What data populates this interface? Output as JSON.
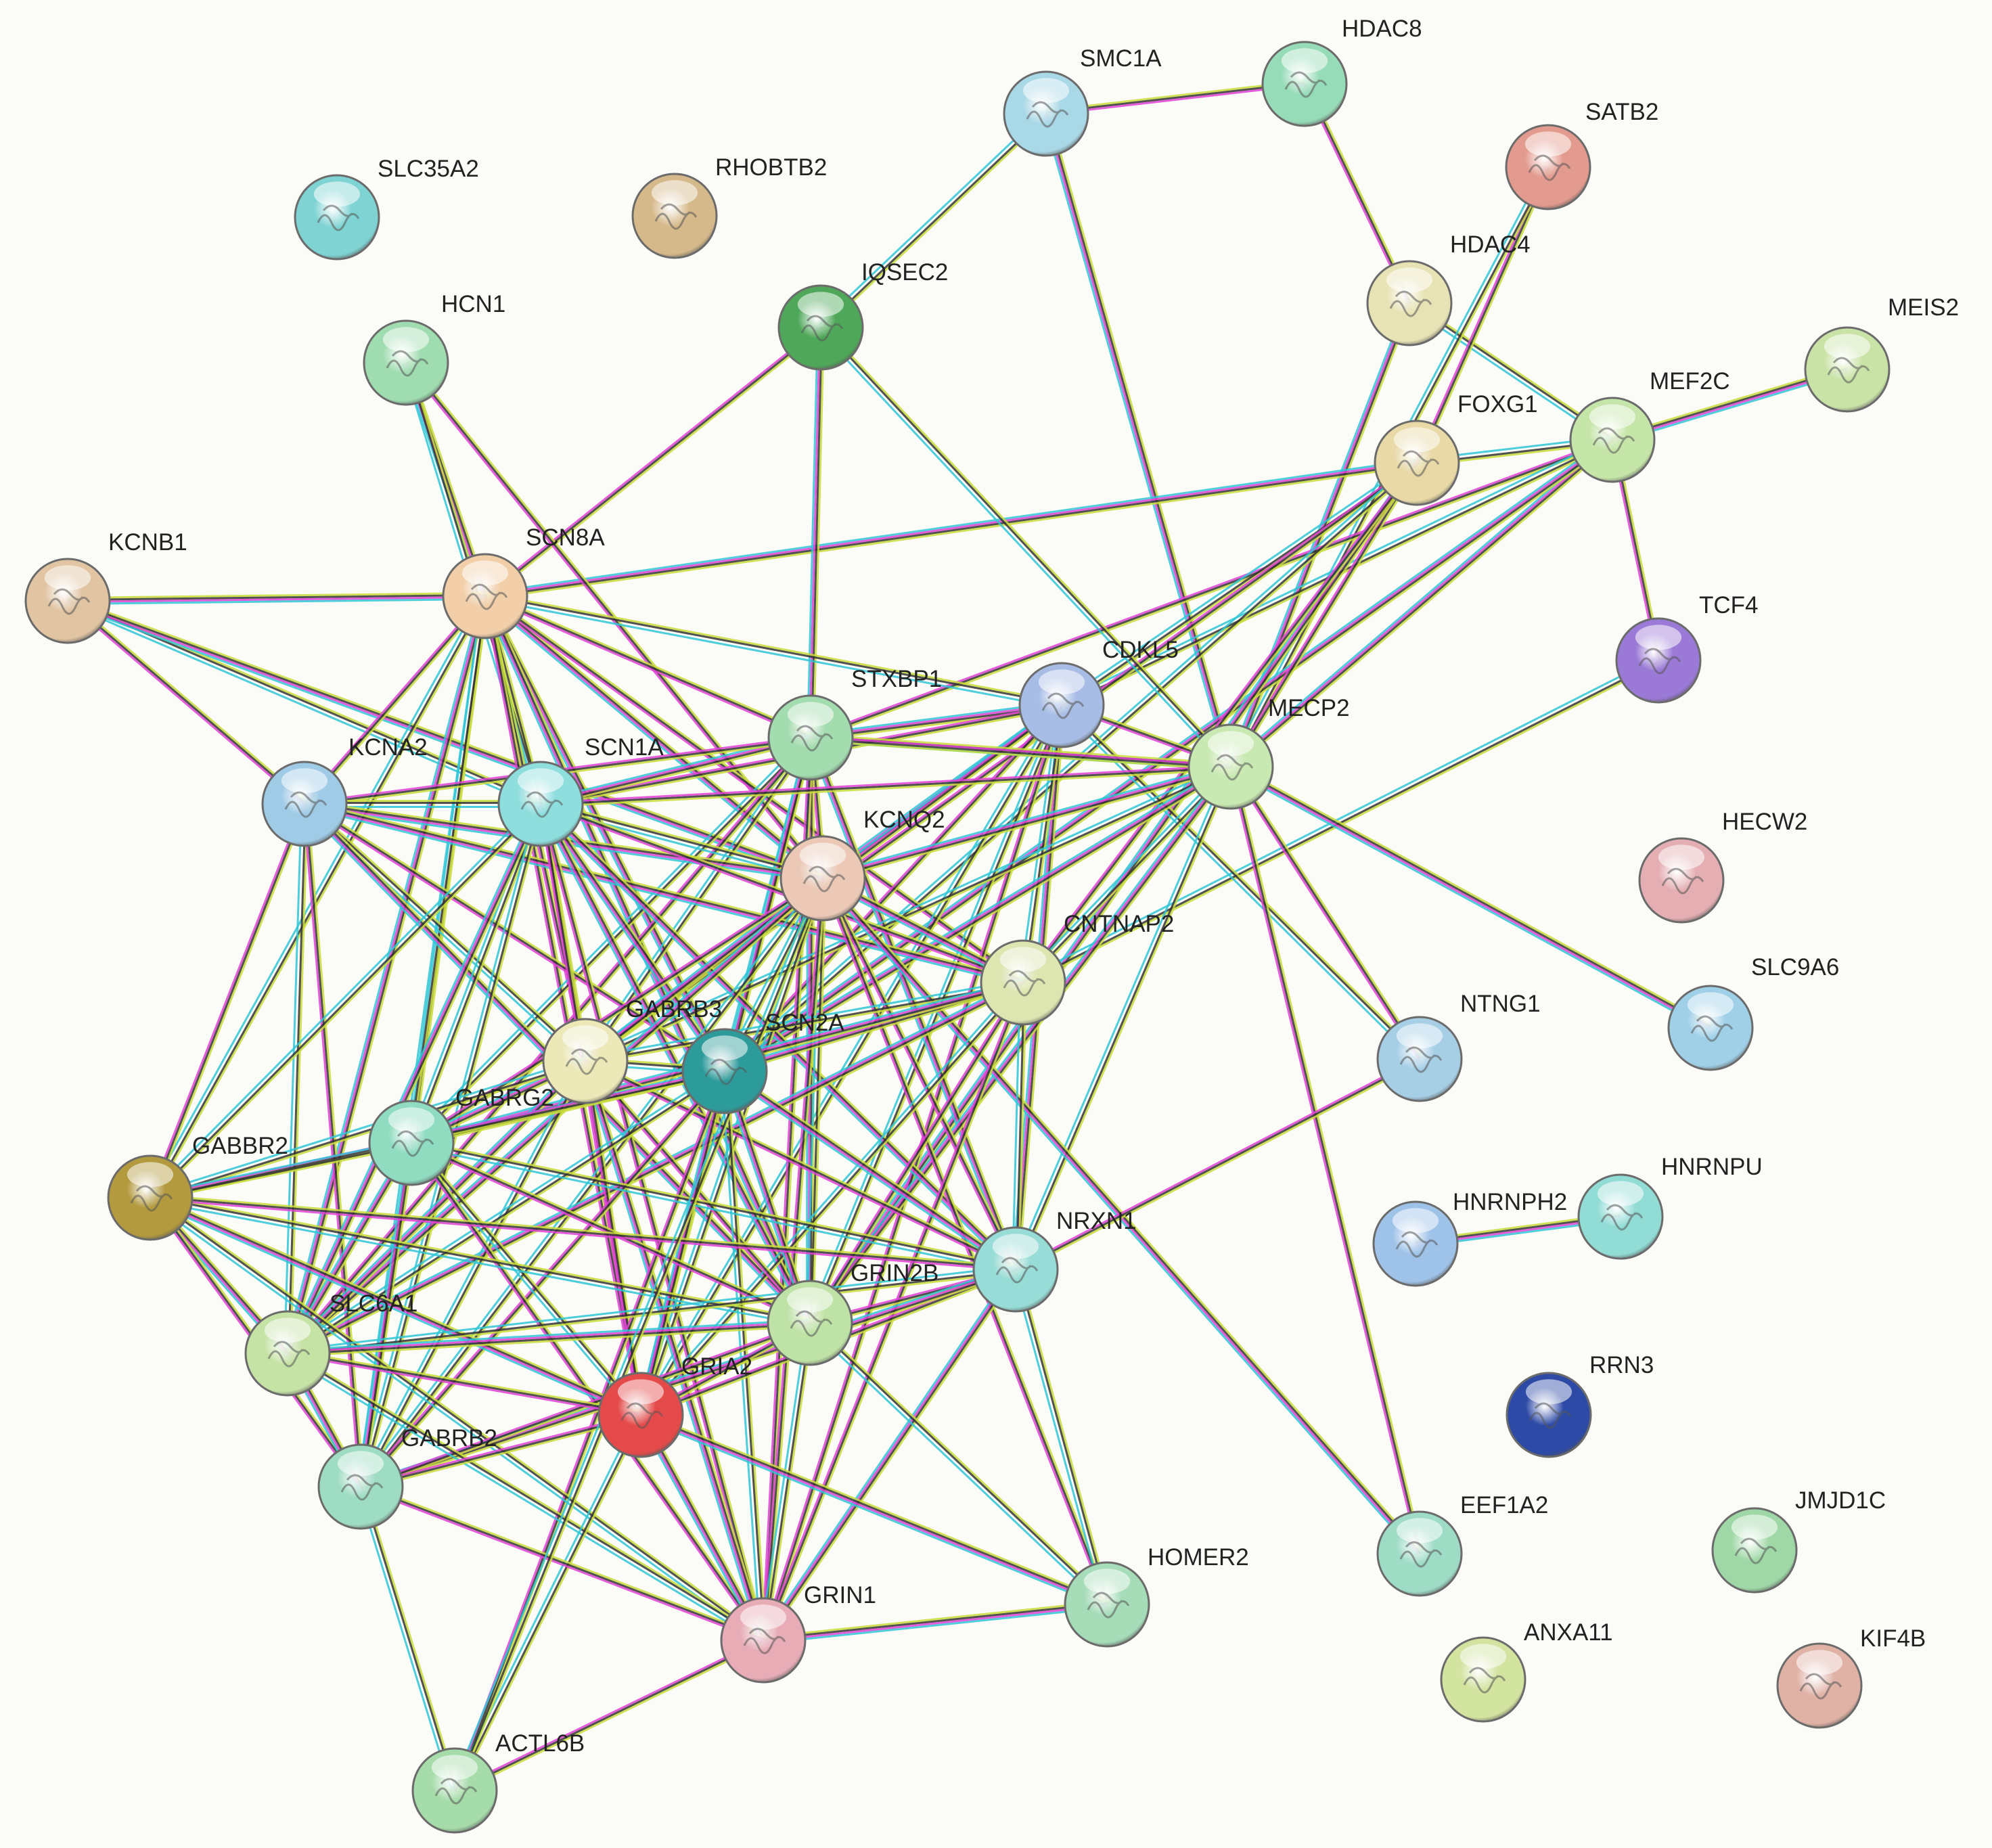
{
  "network": {
    "nodes": [
      {
        "id": "SLC35A2",
        "label": "SLC35A2",
        "color": "#7fd3d3"
      },
      {
        "id": "RHOBTB2",
        "label": "RHOBTB2",
        "color": "#d6b98a"
      },
      {
        "id": "SMC1A",
        "label": "SMC1A",
        "color": "#a9d8e6"
      },
      {
        "id": "HDAC8",
        "label": "HDAC8",
        "color": "#97dcb8"
      },
      {
        "id": "SATB2",
        "label": "SATB2",
        "color": "#e49b8f"
      },
      {
        "id": "HDAC4",
        "label": "HDAC4",
        "color": "#e8e3b4"
      },
      {
        "id": "IQSEC2",
        "label": "IQSEC2",
        "color": "#4fa85a"
      },
      {
        "id": "HCN1",
        "label": "HCN1",
        "color": "#9fdcb0"
      },
      {
        "id": "MEIS2",
        "label": "MEIS2",
        "color": "#c9e3a7"
      },
      {
        "id": "MEF2C",
        "label": "MEF2C",
        "color": "#c6e6a9"
      },
      {
        "id": "FOXG1",
        "label": "FOXG1",
        "color": "#e8d9a6"
      },
      {
        "id": "KCNB1",
        "label": "KCNB1",
        "color": "#e1c4a2"
      },
      {
        "id": "SCN8A",
        "label": "SCN8A",
        "color": "#f2cfa8"
      },
      {
        "id": "TCF4",
        "label": "TCF4",
        "color": "#9b79d6"
      },
      {
        "id": "CDKL5",
        "label": "CDKL5",
        "color": "#a8bde6"
      },
      {
        "id": "STXBP1",
        "label": "STXBP1",
        "color": "#a3dcae"
      },
      {
        "id": "MECP2",
        "label": "MECP2",
        "color": "#c8e9b1"
      },
      {
        "id": "KCNA2",
        "label": "KCNA2",
        "color": "#9fcbe6"
      },
      {
        "id": "SCN1A",
        "label": "SCN1A",
        "color": "#8fdede"
      },
      {
        "id": "KCNQ2",
        "label": "KCNQ2",
        "color": "#ecc9b6"
      },
      {
        "id": "HECW2",
        "label": "HECW2",
        "color": "#e4aeb2"
      },
      {
        "id": "CNTNAP2",
        "label": "CNTNAP2",
        "color": "#dde5b0"
      },
      {
        "id": "SLC9A6",
        "label": "SLC9A6",
        "color": "#9fd0e8"
      },
      {
        "id": "NTNG1",
        "label": "NTNG1",
        "color": "#a6cfe6"
      },
      {
        "id": "GABRB3",
        "label": "GABRB3",
        "color": "#ece8b8"
      },
      {
        "id": "SCN2A",
        "label": "SCN2A",
        "color": "#2e9b9b"
      },
      {
        "id": "GABRG2",
        "label": "GABRG2",
        "color": "#8fdcc0"
      },
      {
        "id": "GABBR2",
        "label": "GABBR2",
        "color": "#b39a3e"
      },
      {
        "id": "HNRNPH2",
        "label": "HNRNPH2",
        "color": "#9ec2e8"
      },
      {
        "id": "HNRNPU",
        "label": "HNRNPU",
        "color": "#92dcd6"
      },
      {
        "id": "NRXN1",
        "label": "NRXN1",
        "color": "#97dcd6"
      },
      {
        "id": "GRIN2B",
        "label": "GRIN2B",
        "color": "#bfe3a6"
      },
      {
        "id": "SLC6A1",
        "label": "SLC6A1",
        "color": "#c6e3a6"
      },
      {
        "id": "RRN3",
        "label": "RRN3",
        "color": "#2d4aa6"
      },
      {
        "id": "GRIA2",
        "label": "GRIA2",
        "color": "#e54a4a"
      },
      {
        "id": "GABRB2",
        "label": "GABRB2",
        "color": "#9fdcc4"
      },
      {
        "id": "EEF1A2",
        "label": "EEF1A2",
        "color": "#9fdcc6"
      },
      {
        "id": "JMJD1C",
        "label": "JMJD1C",
        "color": "#9fd8a6"
      },
      {
        "id": "HOMER2",
        "label": "HOMER2",
        "color": "#a6dcb8"
      },
      {
        "id": "GRIN1",
        "label": "GRIN1",
        "color": "#e7acb6"
      },
      {
        "id": "ANXA11",
        "label": "ANXA11",
        "color": "#d3e3a0"
      },
      {
        "id": "KIF4B",
        "label": "KIF4B",
        "color": "#e0b2a6"
      },
      {
        "id": "ACTL6B",
        "label": "ACTL6B",
        "color": "#a6dcaa"
      }
    ],
    "edges": [
      [
        "SMC1A",
        "HDAC8"
      ],
      [
        "SMC1A",
        "IQSEC2"
      ],
      [
        "SMC1A",
        "MECP2"
      ],
      [
        "HDAC8",
        "HDAC4"
      ],
      [
        "HDAC4",
        "MEF2C"
      ],
      [
        "HDAC4",
        "MECP2"
      ],
      [
        "SATB2",
        "FOXG1"
      ],
      [
        "SATB2",
        "MECP2"
      ],
      [
        "MEF2C",
        "MEIS2"
      ],
      [
        "MEF2C",
        "TCF4"
      ],
      [
        "MEF2C",
        "FOXG1"
      ],
      [
        "MEF2C",
        "MECP2"
      ],
      [
        "MEF2C",
        "STXBP1"
      ],
      [
        "MEF2C",
        "CDKL5"
      ],
      [
        "MEF2C",
        "SCN2A"
      ],
      [
        "FOXG1",
        "MECP2"
      ],
      [
        "FOXG1",
        "CDKL5"
      ],
      [
        "FOXG1",
        "SCN8A"
      ],
      [
        "FOXG1",
        "GABRB3"
      ],
      [
        "FOXG1",
        "SCN2A"
      ],
      [
        "FOXG1",
        "GRIN2B"
      ],
      [
        "FOXG1",
        "CNTNAP2"
      ],
      [
        "TCF4",
        "CNTNAP2"
      ],
      [
        "IQSEC2",
        "STXBP1"
      ],
      [
        "IQSEC2",
        "SCN8A"
      ],
      [
        "IQSEC2",
        "MECP2"
      ],
      [
        "HCN1",
        "SCN8A"
      ],
      [
        "HCN1",
        "KCNQ2"
      ],
      [
        "HCN1",
        "SCN1A"
      ],
      [
        "KCNB1",
        "SCN8A"
      ],
      [
        "KCNB1",
        "KCNA2"
      ],
      [
        "KCNB1",
        "SCN1A"
      ],
      [
        "KCNB1",
        "KCNQ2"
      ],
      [
        "SCN8A",
        "KCNA2"
      ],
      [
        "SCN8A",
        "SCN1A"
      ],
      [
        "SCN8A",
        "KCNQ2"
      ],
      [
        "SCN8A",
        "STXBP1"
      ],
      [
        "SCN8A",
        "CDKL5"
      ],
      [
        "SCN8A",
        "SCN2A"
      ],
      [
        "SCN8A",
        "GABRB3"
      ],
      [
        "SCN8A",
        "GABRG2"
      ],
      [
        "SCN8A",
        "GRIN2B"
      ],
      [
        "SCN8A",
        "CNTNAP2"
      ],
      [
        "SCN8A",
        "GABBR2"
      ],
      [
        "SCN8A",
        "SLC6A1"
      ],
      [
        "SCN8A",
        "GRIA2"
      ],
      [
        "SCN8A",
        "GABRB2"
      ],
      [
        "CDKL5",
        "STXBP1"
      ],
      [
        "CDKL5",
        "MECP2"
      ],
      [
        "CDKL5",
        "NTNG1"
      ],
      [
        "CDKL5",
        "KCNQ2"
      ],
      [
        "CDKL5",
        "SCN2A"
      ],
      [
        "CDKL5",
        "GRIN2B"
      ],
      [
        "CDKL5",
        "NRXN1"
      ],
      [
        "CDKL5",
        "SCN1A"
      ],
      [
        "CDKL5",
        "CNTNAP2"
      ],
      [
        "CDKL5",
        "GABRB3"
      ],
      [
        "CDKL5",
        "GRIN1"
      ],
      [
        "CDKL5",
        "GRIA2"
      ],
      [
        "STXBP1",
        "SCN1A"
      ],
      [
        "STXBP1",
        "KCNQ2"
      ],
      [
        "STXBP1",
        "SCN2A"
      ],
      [
        "STXBP1",
        "GRIN2B"
      ],
      [
        "STXBP1",
        "GRIN1"
      ],
      [
        "STXBP1",
        "GABRB3"
      ],
      [
        "STXBP1",
        "NRXN1"
      ],
      [
        "STXBP1",
        "KCNA2"
      ],
      [
        "STXBP1",
        "GABRG2"
      ],
      [
        "STXBP1",
        "GRIA2"
      ],
      [
        "STXBP1",
        "SLC6A1"
      ],
      [
        "STXBP1",
        "MECP2"
      ],
      [
        "MECP2",
        "SLC9A6"
      ],
      [
        "MECP2",
        "NTNG1"
      ],
      [
        "MECP2",
        "CNTNAP2"
      ],
      [
        "MECP2",
        "GRIN2B"
      ],
      [
        "MECP2",
        "SCN1A"
      ],
      [
        "MECP2",
        "GABRB3"
      ],
      [
        "MECP2",
        "SCN2A"
      ],
      [
        "MECP2",
        "EEF1A2"
      ],
      [
        "MECP2",
        "NRXN1"
      ],
      [
        "MECP2",
        "KCNQ2"
      ],
      [
        "MECP2",
        "STXBP1"
      ],
      [
        "KCNA2",
        "SCN1A"
      ],
      [
        "KCNA2",
        "KCNQ2"
      ],
      [
        "KCNA2",
        "SCN2A"
      ],
      [
        "KCNA2",
        "GABRB3"
      ],
      [
        "KCNA2",
        "CNTNAP2"
      ],
      [
        "KCNA2",
        "GABBR2"
      ],
      [
        "KCNA2",
        "SLC6A1"
      ],
      [
        "KCNA2",
        "GRIN2B"
      ],
      [
        "KCNA2",
        "GABRB2"
      ],
      [
        "SCN1A",
        "KCNQ2"
      ],
      [
        "SCN1A",
        "SCN2A"
      ],
      [
        "SCN1A",
        "GABRB3"
      ],
      [
        "SCN1A",
        "GABRG2"
      ],
      [
        "SCN1A",
        "GRIN2B"
      ],
      [
        "SCN1A",
        "CNTNAP2"
      ],
      [
        "SCN1A",
        "GABBR2"
      ],
      [
        "SCN1A",
        "SLC6A1"
      ],
      [
        "SCN1A",
        "GRIA2"
      ],
      [
        "SCN1A",
        "GABRB2"
      ],
      [
        "SCN1A",
        "NRXN1"
      ],
      [
        "SCN1A",
        "GRIN1"
      ],
      [
        "KCNQ2",
        "SCN2A"
      ],
      [
        "KCNQ2",
        "GABRB3"
      ],
      [
        "KCNQ2",
        "GABRG2"
      ],
      [
        "KCNQ2",
        "GRIN2B"
      ],
      [
        "KCNQ2",
        "CNTNAP2"
      ],
      [
        "KCNQ2",
        "NRXN1"
      ],
      [
        "KCNQ2",
        "GRIA2"
      ],
      [
        "KCNQ2",
        "SLC6A1"
      ],
      [
        "KCNQ2",
        "GRIN1"
      ],
      [
        "KCNQ2",
        "GABRB2"
      ],
      [
        "KCNQ2",
        "EEF1A2"
      ],
      [
        "KCNQ2",
        "HOMER2"
      ],
      [
        "CNTNAP2",
        "NRXN1"
      ],
      [
        "CNTNAP2",
        "SCN2A"
      ],
      [
        "CNTNAP2",
        "GRIN2B"
      ],
      [
        "CNTNAP2",
        "GABRB3"
      ],
      [
        "CNTNAP2",
        "GABRG2"
      ],
      [
        "CNTNAP2",
        "GRIN1"
      ],
      [
        "CNTNAP2",
        "GRIA2"
      ],
      [
        "CNTNAP2",
        "SLC6A1"
      ],
      [
        "NTNG1",
        "NRXN1"
      ],
      [
        "GABRB3",
        "SCN2A"
      ],
      [
        "GABRB3",
        "GABRG2"
      ],
      [
        "GABRB3",
        "GRIN2B"
      ],
      [
        "GABRB3",
        "GABBR2"
      ],
      [
        "GABRB3",
        "SLC6A1"
      ],
      [
        "GABRB3",
        "GRIA2"
      ],
      [
        "GABRB3",
        "GABRB2"
      ],
      [
        "GABRB3",
        "GRIN1"
      ],
      [
        "GABRB3",
        "NRXN1"
      ],
      [
        "SCN2A",
        "GABRG2"
      ],
      [
        "SCN2A",
        "GRIN2B"
      ],
      [
        "SCN2A",
        "GABBR2"
      ],
      [
        "SCN2A",
        "SLC6A1"
      ],
      [
        "SCN2A",
        "GRIA2"
      ],
      [
        "SCN2A",
        "GABRB2"
      ],
      [
        "SCN2A",
        "GRIN1"
      ],
      [
        "SCN2A",
        "NRXN1"
      ],
      [
        "SCN2A",
        "ACTL6B"
      ],
      [
        "GABRG2",
        "GABBR2"
      ],
      [
        "GABRG2",
        "SLC6A1"
      ],
      [
        "GABRG2",
        "GRIN2B"
      ],
      [
        "GABRG2",
        "GRIA2"
      ],
      [
        "GABRG2",
        "GABRB2"
      ],
      [
        "GABRG2",
        "GRIN1"
      ],
      [
        "GABRG2",
        "NRXN1"
      ],
      [
        "GABBR2",
        "SLC6A1"
      ],
      [
        "GABBR2",
        "GABRB2"
      ],
      [
        "GABBR2",
        "GRIN2B"
      ],
      [
        "GABBR2",
        "GRIA2"
      ],
      [
        "GABBR2",
        "NRXN1"
      ],
      [
        "GABBR2",
        "GRIN1"
      ],
      [
        "HNRNPH2",
        "HNRNPU"
      ],
      [
        "NRXN1",
        "GRIN2B"
      ],
      [
        "NRXN1",
        "HOMER2"
      ],
      [
        "NRXN1",
        "GRIN1"
      ],
      [
        "NRXN1",
        "GRIA2"
      ],
      [
        "NRXN1",
        "SLC6A1"
      ],
      [
        "NRXN1",
        "GABRB2"
      ],
      [
        "GRIN2B",
        "GRIA2"
      ],
      [
        "GRIN2B",
        "GRIN1"
      ],
      [
        "GRIN2B",
        "SLC6A1"
      ],
      [
        "GRIN2B",
        "GABRB2"
      ],
      [
        "GRIN2B",
        "HOMER2"
      ],
      [
        "SLC6A1",
        "GABRB2"
      ],
      [
        "SLC6A1",
        "GRIA2"
      ],
      [
        "SLC6A1",
        "GRIN1"
      ],
      [
        "GRIA2",
        "GRIN1"
      ],
      [
        "GRIA2",
        "GABRB2"
      ],
      [
        "GRIA2",
        "ACTL6B"
      ],
      [
        "GRIA2",
        "HOMER2"
      ],
      [
        "GABRB2",
        "GRIN1"
      ],
      [
        "GABRB2",
        "ACTL6B"
      ],
      [
        "GRIN1",
        "HOMER2"
      ],
      [
        "GRIN1",
        "ACTL6B"
      ],
      [
        "KCNQ2",
        "ACTL6B"
      ]
    ]
  }
}
